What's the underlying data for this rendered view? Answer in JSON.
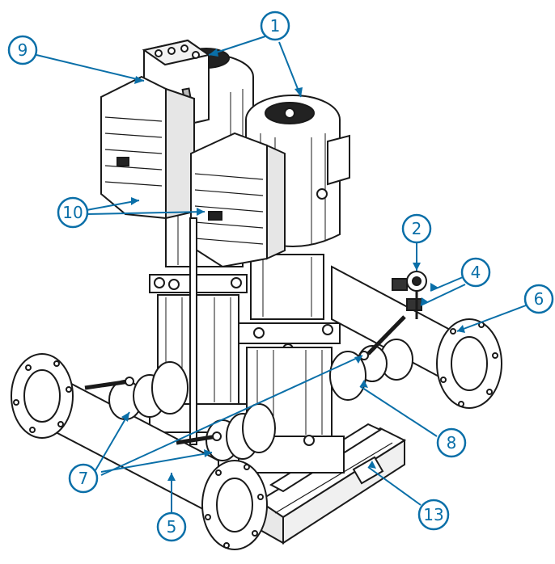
{
  "diagram": {
    "callouts": [
      {
        "id": "c1",
        "label": "1"
      },
      {
        "id": "c2",
        "label": "2"
      },
      {
        "id": "c4",
        "label": "4"
      },
      {
        "id": "c5",
        "label": "5"
      },
      {
        "id": "c6",
        "label": "6"
      },
      {
        "id": "c7",
        "label": "7"
      },
      {
        "id": "c8",
        "label": "8"
      },
      {
        "id": "c9",
        "label": "9"
      },
      {
        "id": "c10",
        "label": "10"
      },
      {
        "id": "c13",
        "label": "13"
      }
    ],
    "colors": {
      "callout_ring": "#0a6fa8",
      "callout_text": "#0a6fa8",
      "leader_line": "#0a6fa8",
      "drawing_stroke": "#1a1a1a",
      "drawing_fill": "#ffffff",
      "drawing_shade": "#dcdcdc"
    }
  }
}
